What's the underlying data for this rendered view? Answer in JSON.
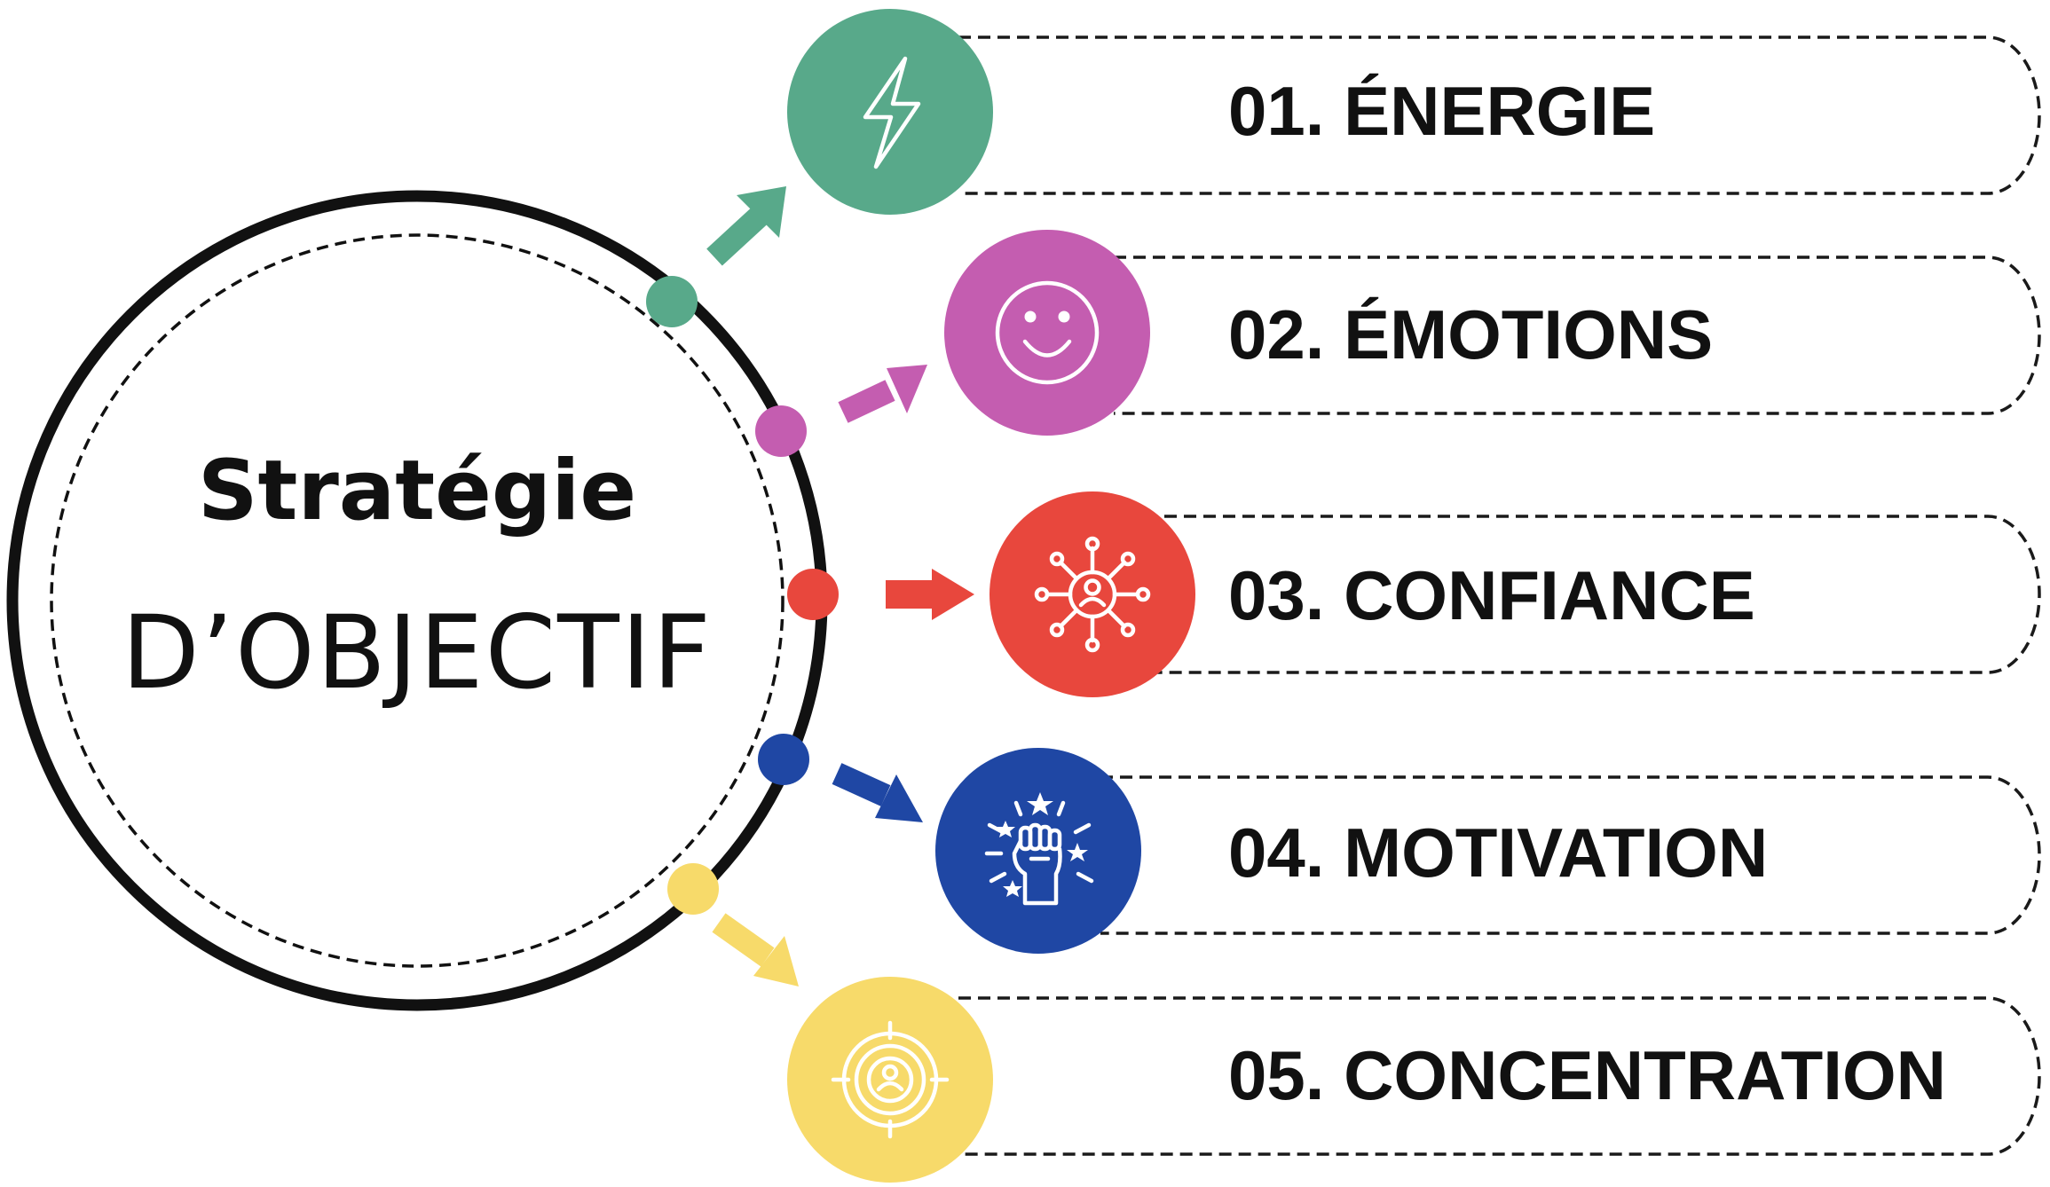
{
  "center": {
    "title": "Stratégie",
    "subtitle": "D’OBJECTIF"
  },
  "items": [
    {
      "label": "01. ÉNERGIE",
      "color": "#58a98a",
      "icon": "lightning-icon"
    },
    {
      "label": "02. ÉMOTIONS",
      "color": "#c45db0",
      "icon": "smiley-face-icon"
    },
    {
      "label": "03. CONFIANCE",
      "color": "#e8473d",
      "icon": "network-person-icon"
    },
    {
      "label": "04. MOTIVATION",
      "color": "#1f47a4",
      "icon": "raised-fist-stars-icon"
    },
    {
      "label": "05. CONCENTRATION",
      "color": "#f7da6a",
      "icon": "target-person-icon"
    }
  ]
}
